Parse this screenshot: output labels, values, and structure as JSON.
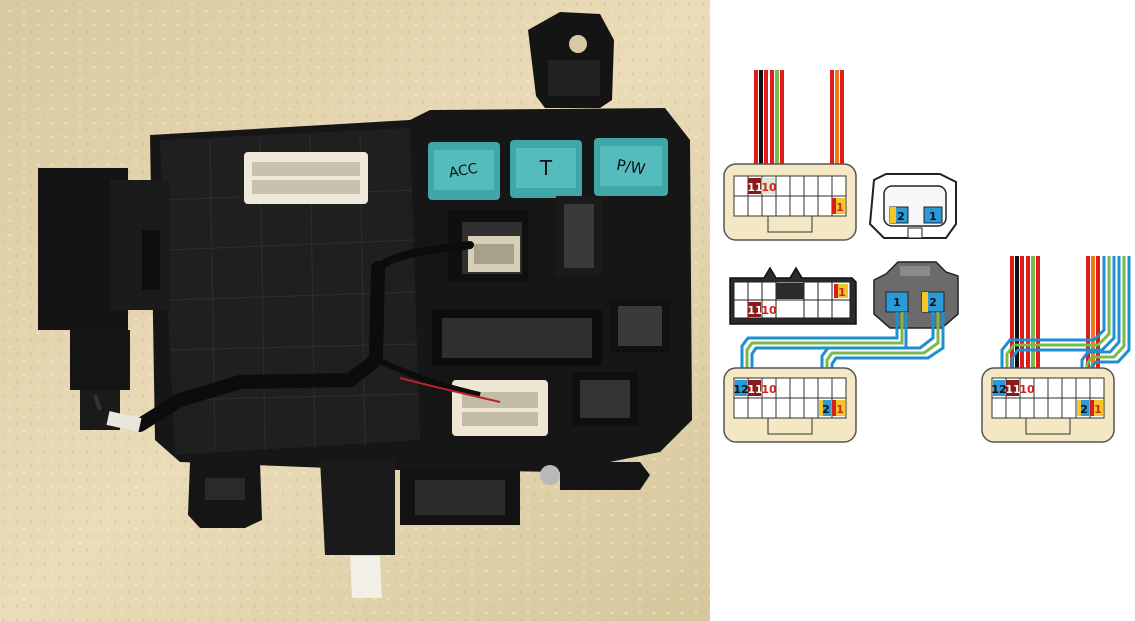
{
  "photo": {
    "relay_labels": [
      "ACC",
      "T",
      "P/W"
    ]
  },
  "diagram": {
    "connector_a": {
      "pins": [
        "11",
        "10",
        "1"
      ]
    },
    "connector_b": {
      "pins": [
        "2",
        "1"
      ]
    },
    "connector_c": {
      "pins": [
        "11",
        "10",
        "1"
      ]
    },
    "connector_d": {
      "pins": [
        "1",
        "2"
      ]
    },
    "connector_e": {
      "pins": [
        "12",
        "11",
        "10",
        "2",
        "1"
      ]
    },
    "connector_f": {
      "pins": [
        "12",
        "11",
        "10",
        "2",
        "1"
      ]
    }
  },
  "colors": {
    "wire_red": "#e01b1b",
    "wire_black": "#111111",
    "wire_orange": "#f07a18",
    "wire_blue": "#1e8fd0",
    "wire_green": "#7ab94a",
    "connector_beige": "#f3e7c4",
    "pin_red": "#d62020",
    "pin_yellow": "#f3c62a",
    "pin_blue": "#2a9ad8"
  }
}
